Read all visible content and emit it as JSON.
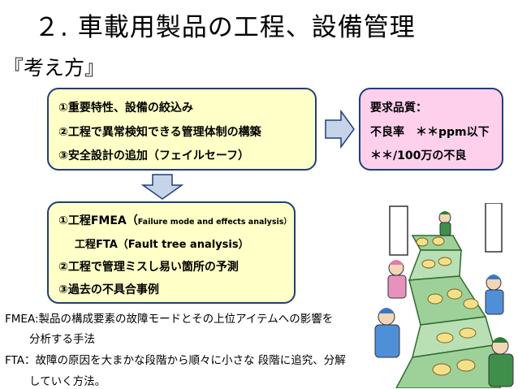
{
  "title": "２. 車載用製品の工程、設備管理",
  "subtitle": "『考え方』",
  "box1": {
    "line1": "①重要特性、設備の絞込み",
    "line2": "②工程で異常検知できる管理体制の構築",
    "line3": "③安全設計の追加（フェイルセーフ）"
  },
  "box2": {
    "line1": "要求品質：",
    "line2": "不良率　＊＊ppm以下",
    "line3": "＊＊/100万の不良"
  },
  "box3": {
    "line1_main": "①工程FMEA（",
    "line1_small": "Failure mode and effects analysis）",
    "line2": "工程FTA（Fault tree analysis）",
    "line3": "②工程で管理ミスし易い箇所の予測",
    "line4": "③過去の不具合事例"
  },
  "notes": {
    "fmea_line1": "FMEA:製品の構成要素の故障モードとその上位アイテムへの影響を",
    "fmea_line2": "分析する手法",
    "fta_line1": "FTA：故障の原因を大まかな段階から順々に小さな 段階に追究、分解",
    "fta_line2": "していく方法。"
  },
  "colors": {
    "yellow_box": "#ffffc8",
    "pink_box": "#ffd0ec",
    "box_border": "#1f3f7a",
    "arrow_fill": "#c6d4ea"
  }
}
